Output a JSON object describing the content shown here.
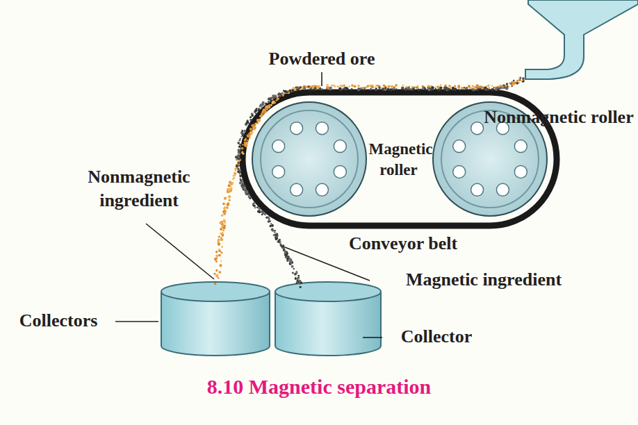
{
  "diagram": {
    "caption": "8.10 Magnetic separation",
    "labels": [
      "Powdered ore",
      "Nonmagnetic roller",
      "Magnetic roller",
      "Nonmagnetic ingredient",
      "Conveyor belt",
      "Magnetic ingredient",
      "Collectors",
      "Collector"
    ]
  }
}
